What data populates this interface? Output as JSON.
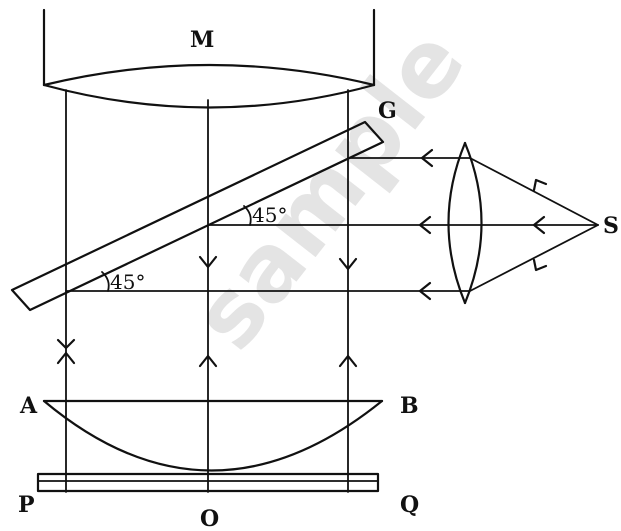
{
  "labels": {
    "mirror": "M",
    "glass_plate": "G",
    "source": "S",
    "lens_left_end": "A",
    "lens_right_end": "B",
    "plate_left": "P",
    "plate_right": "Q",
    "contact_point": "O",
    "angle_upper": "45°",
    "angle_lower": "45°"
  },
  "watermark": "sample"
}
